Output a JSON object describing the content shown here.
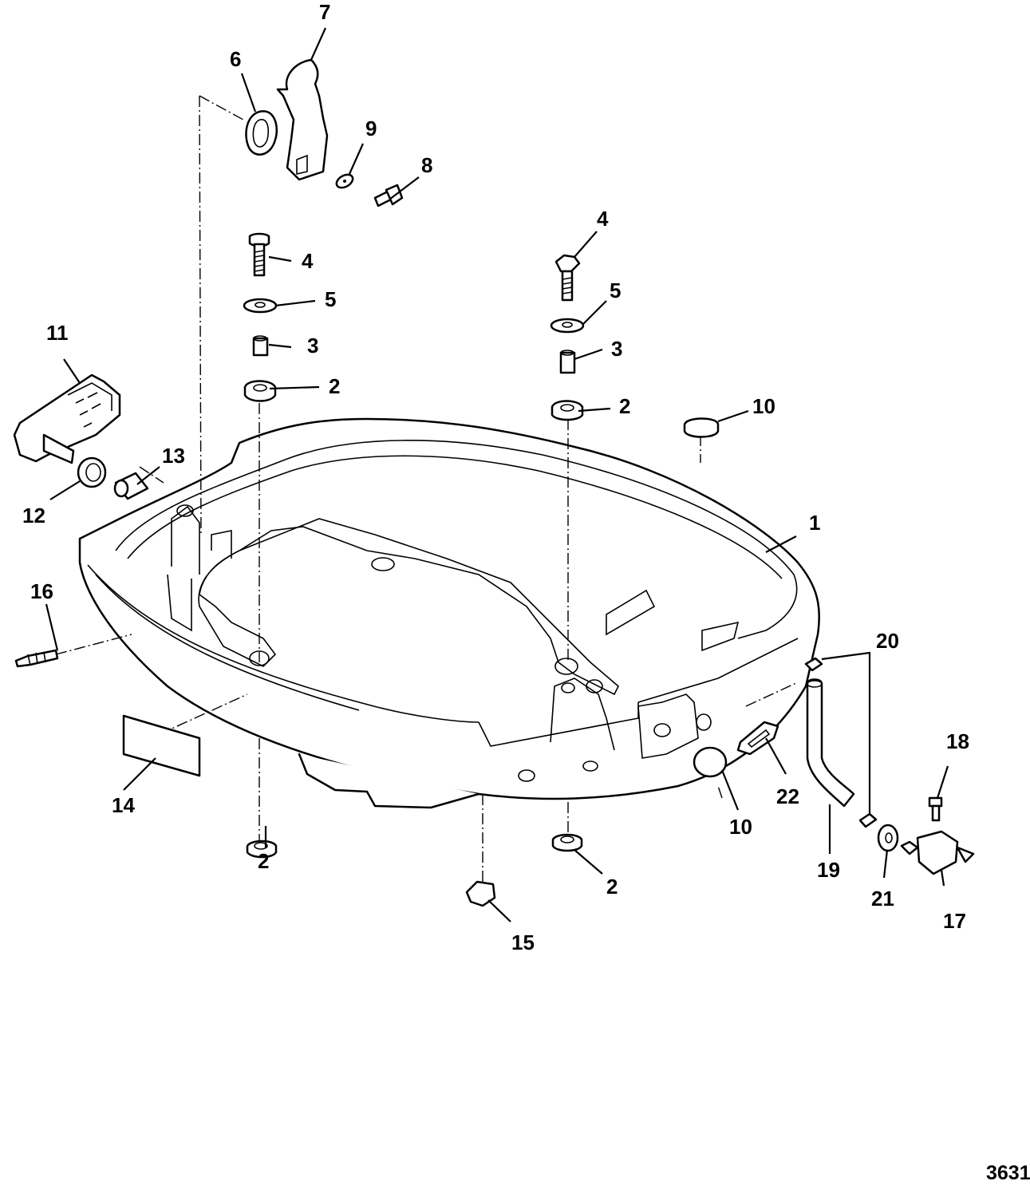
{
  "figure_ref": "3631",
  "callouts": {
    "c1": "1",
    "c2a": "2",
    "c2b": "2",
    "c2c": "2",
    "c2d": "2",
    "c3a": "3",
    "c3b": "3",
    "c4a": "4",
    "c4b": "4",
    "c5a": "5",
    "c5b": "5",
    "c6": "6",
    "c7": "7",
    "c8": "8",
    "c9": "9",
    "c10a": "10",
    "c10b": "10",
    "c11": "11",
    "c12": "12",
    "c13": "13",
    "c14": "14",
    "c15": "15",
    "c16": "16",
    "c17": "17",
    "c18": "18",
    "c19": "19",
    "c20": "20",
    "c21": "21",
    "c22": "22"
  }
}
